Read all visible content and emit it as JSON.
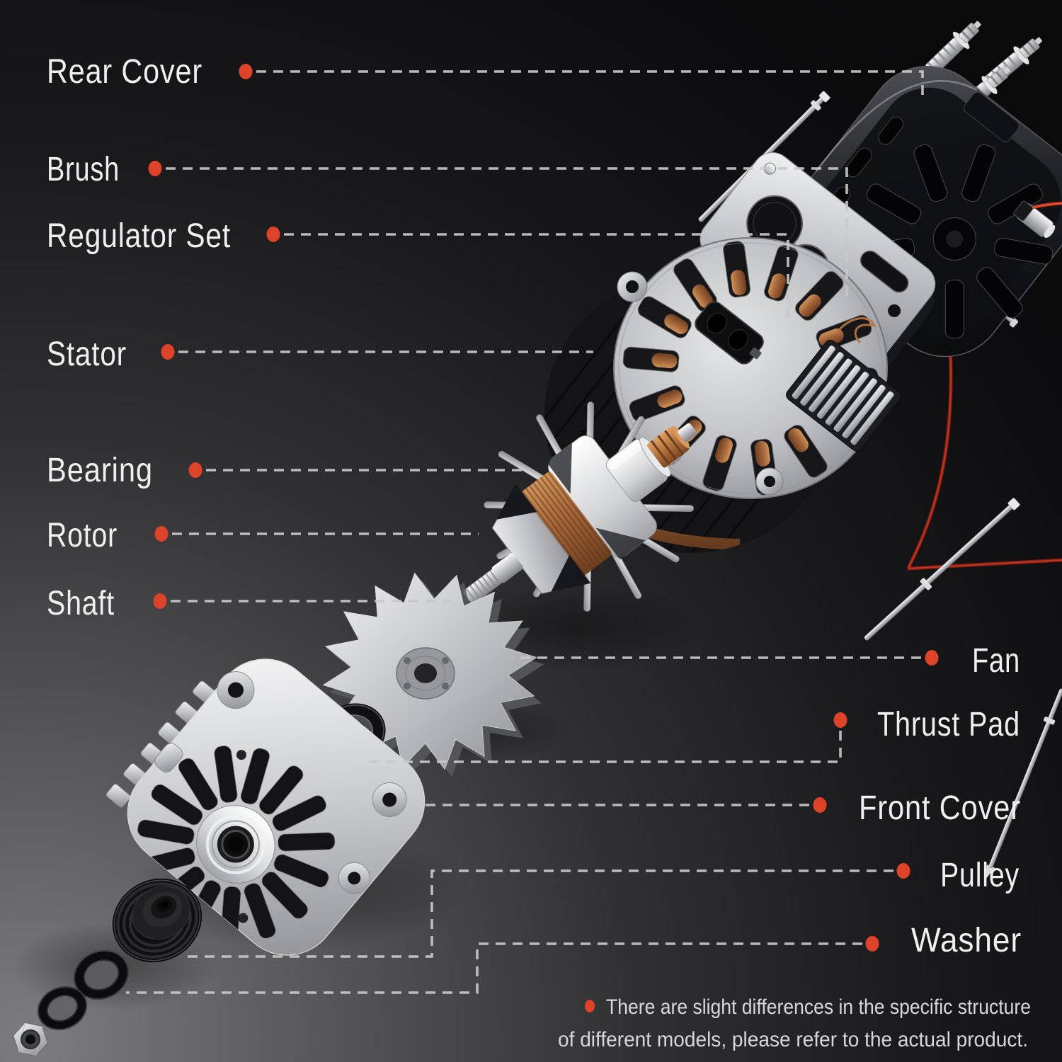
{
  "figure": {
    "type": "exploded-parts-diagram",
    "subject": "Alternator"
  },
  "colors": {
    "accent_red": "#dc4328",
    "label_text": "#efefef",
    "leader_line": "#c8c8c8",
    "note_text": "#d8d8d8",
    "background_dark": "#0a0a0b",
    "background_light": "#7c7c7e"
  },
  "labels_left": [
    {
      "id": "rear-cover",
      "label": "Rear Cover"
    },
    {
      "id": "brush",
      "label": "Brush"
    },
    {
      "id": "regulator-set",
      "label": "Regulator Set"
    },
    {
      "id": "stator",
      "label": "Stator"
    },
    {
      "id": "bearing",
      "label": "Bearing"
    },
    {
      "id": "rotor",
      "label": "Rotor"
    },
    {
      "id": "shaft",
      "label": "Shaft"
    }
  ],
  "labels_right": [
    {
      "id": "fan",
      "label": "Fan"
    },
    {
      "id": "thrust-pad",
      "label": "Thrust Pad"
    },
    {
      "id": "front-cover",
      "label": "Front Cover"
    },
    {
      "id": "pulley",
      "label": "Pulley"
    },
    {
      "id": "washer",
      "label": "Washer"
    }
  ],
  "note": {
    "line1": "There are slight differences in the specific structure",
    "line2": "of different models, please refer to the actual product."
  }
}
